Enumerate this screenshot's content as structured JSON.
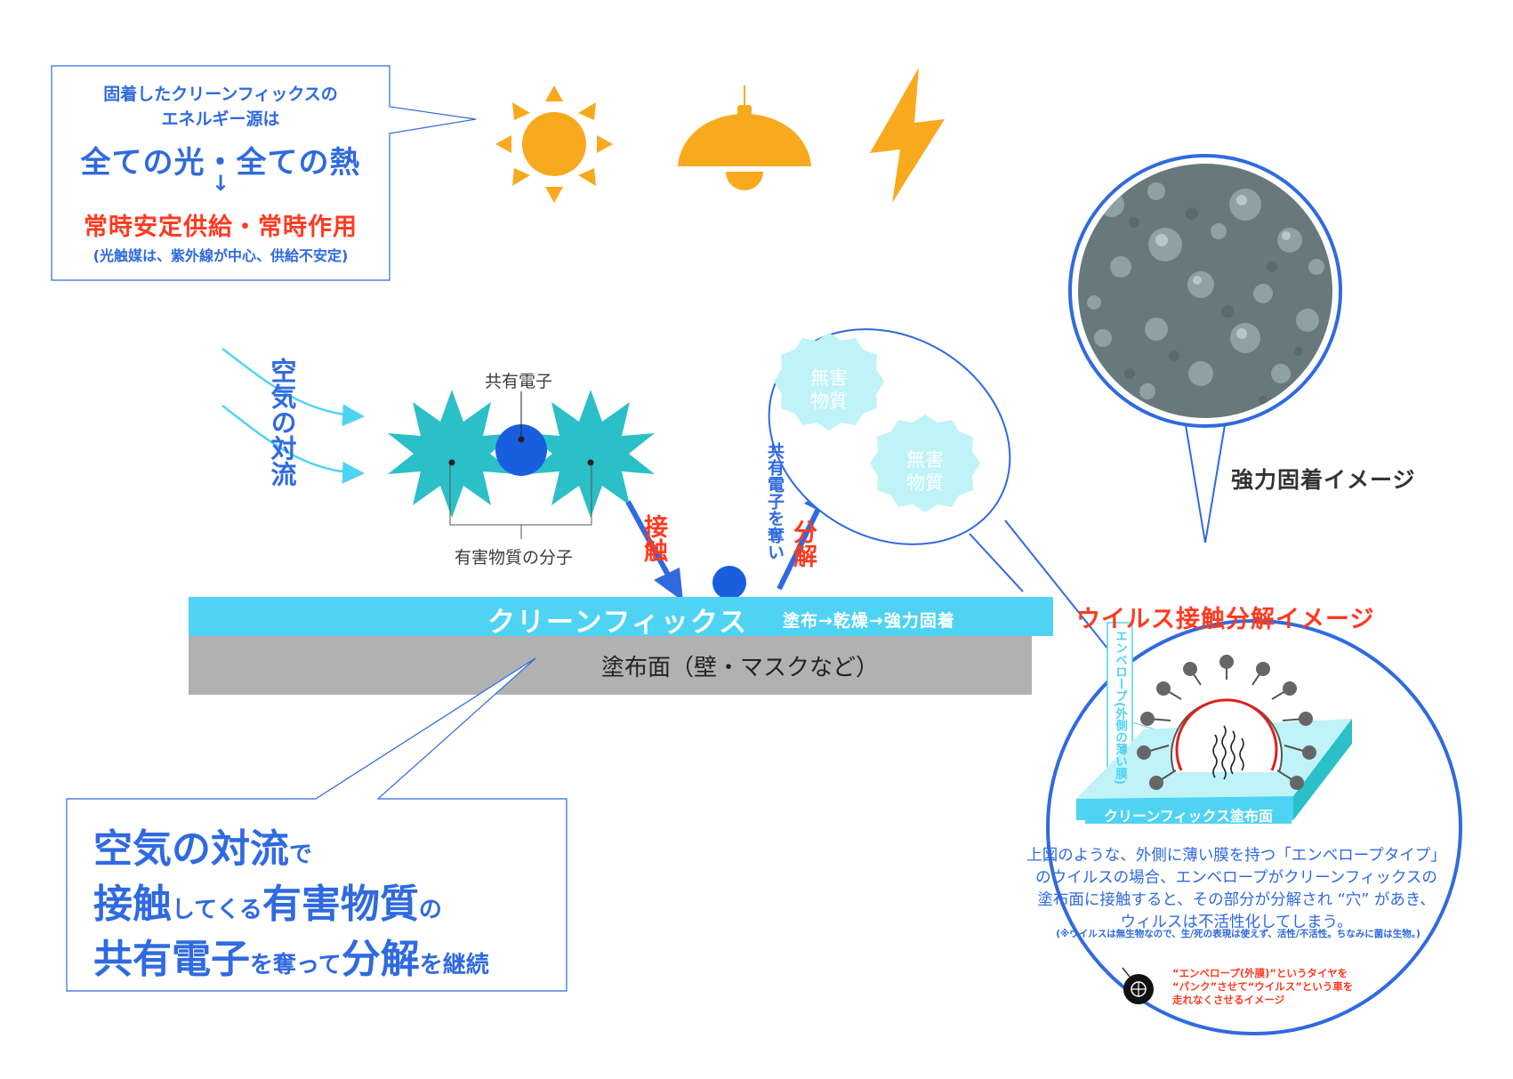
{
  "energy_box": {
    "line1": "固着したクリーンフィックスの",
    "line2": "エネルギー源は",
    "headline": "全ての光・全ての熱",
    "arrow": "↓",
    "result": "常時安定供給・常時作用",
    "note": "(光触媒は、紫外線が中心、供給不安定)"
  },
  "icons": {
    "sun": "sun-icon",
    "lamp": "lamp-icon",
    "lightning": "lightning-icon"
  },
  "diagram": {
    "air_convection": "空気の対流",
    "shared_electron": "共有電子",
    "harmful_molecule": "有害物質の分子",
    "contact": "接触",
    "steal_electron": "共有電子を奪い",
    "decompose": "分解",
    "harmless_1": "無害物質",
    "harmless_2": "無害物質",
    "cleanfix_label": "クリーンフィックス",
    "process": "塗布→乾燥→強力固着",
    "surface": "塗布面（壁・マスクなど）"
  },
  "strong_fix": {
    "label": "強力固着イメージ"
  },
  "virus": {
    "title": "ウイルス接触分解イメージ",
    "envelope_label": "エンベロープ(外側の薄い膜)",
    "surface_label": "クリーンフィックス塗布面",
    "body_1": "上図のような、外側に薄い膜を持つ「エンベロープタイプ」",
    "body_2": "のウイルスの場合、エンベロープがクリーンフィックスの",
    "body_3": "塗布面に接触すると、その部分が分解され “穴” があき、",
    "body_4": "ウィルスは不活性化してしまう。",
    "note": "(※ウイルスは無生物なので、生/死の表現は使えず、活性/不活性。ちなみに菌は生物。)",
    "tire_1": "“エンベロープ(外膜)”というタイヤを",
    "tire_2": "“パンク”させて“ウイルス”という車を",
    "tire_3": "走れなくさせるイメージ"
  },
  "summary": {
    "p1": "空気の対流",
    "p1s": "で",
    "p2": "接触",
    "p2s": "してくる",
    "p3": "有害物質",
    "p3s": "の",
    "p4": "共有電子",
    "p4s": "を奪って",
    "p5": "分解",
    "p5s": "を継続"
  },
  "colors": {
    "blue": "#2f6ae0",
    "red": "#ff3a20",
    "orange": "#f8a91d",
    "teal": "#2bbfc7",
    "light_cyan": "#4fd3f2",
    "gray": "#b1b1b1"
  }
}
